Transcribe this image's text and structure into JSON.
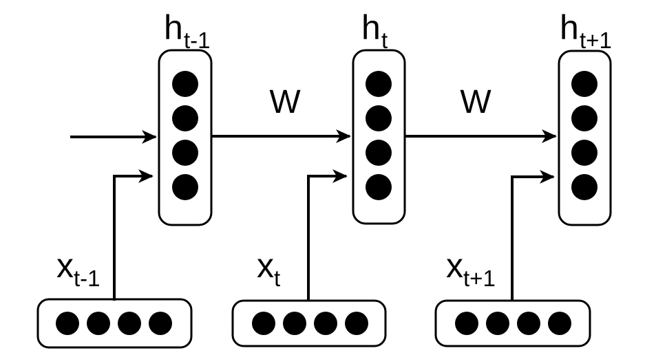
{
  "diagram": {
    "type": "rnn-unrolled",
    "background": "#ffffff",
    "stroke_color": "#000000",
    "node_fill": "#000000",
    "weight_labels": [
      "W",
      "W"
    ],
    "timesteps": [
      {
        "hidden_label_base": "h",
        "hidden_label_sub": "t-1",
        "input_label_base": "x",
        "input_label_sub": "t-1",
        "hidden_units": 4,
        "input_units": 4
      },
      {
        "hidden_label_base": "h",
        "hidden_label_sub": "t",
        "input_label_base": "x",
        "input_label_sub": "t",
        "hidden_units": 4,
        "input_units": 4
      },
      {
        "hidden_label_base": "h",
        "hidden_label_sub": "t+1",
        "input_label_base": "x",
        "input_label_sub": "t+1",
        "hidden_units": 4,
        "input_units": 4
      }
    ]
  }
}
